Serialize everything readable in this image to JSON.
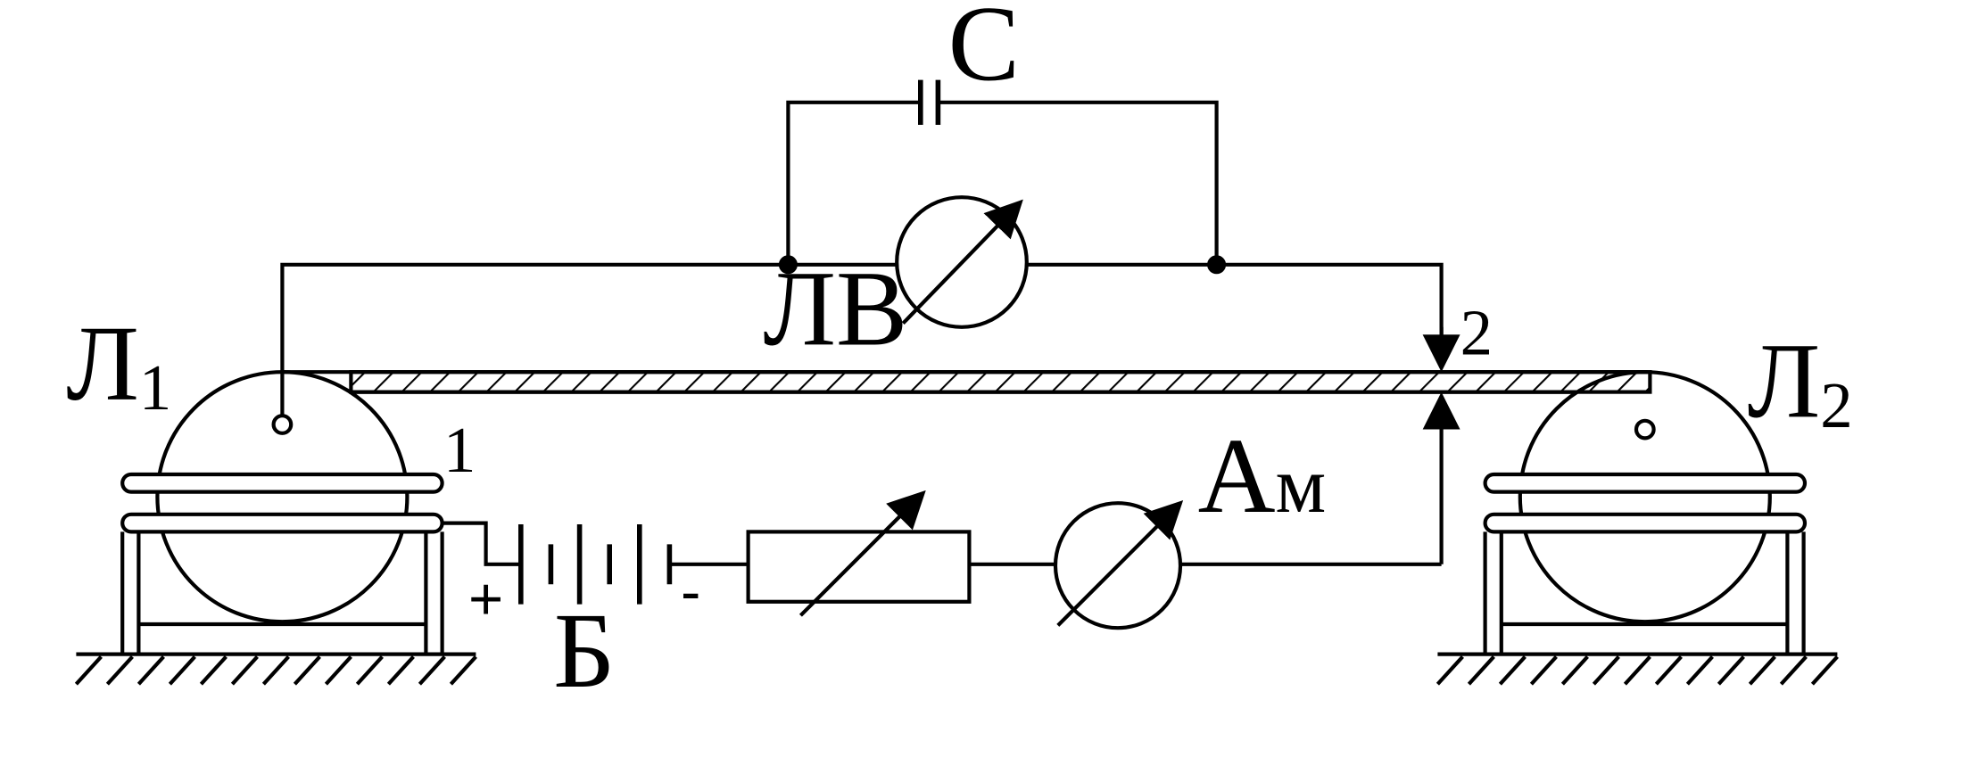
{
  "colors": {
    "ink": "#000000",
    "background": "#ffffff"
  },
  "labels": {
    "capacitor": "С",
    "voltmeter": "ЛВ",
    "ammeter_main": "А",
    "ammeter_sub": "м",
    "battery": "Б",
    "plus": "+",
    "minus": "-",
    "contact_1": "1",
    "contact_2": "2",
    "lamp_left_main": "Л",
    "lamp_left_sub": "1",
    "lamp_right_main": "Л",
    "lamp_right_sub": "2"
  }
}
